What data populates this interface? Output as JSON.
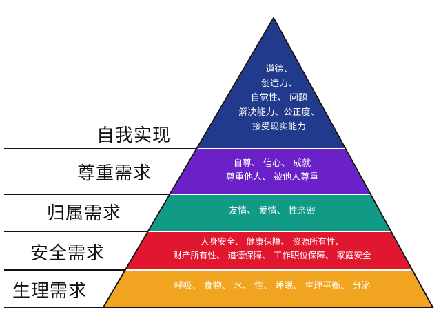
{
  "pyramid": {
    "levels": [
      {
        "name": "自我实现",
        "color": "#223a8c",
        "items": [
          "道德、",
          "创造力、",
          "自觉性、 问题",
          "解决能力、公正度、",
          "接受现实能力"
        ]
      },
      {
        "name": "尊重需求",
        "color": "#6a22c8",
        "items": [
          "自尊、 信心、 成就",
          "尊重他人、 被他人尊重"
        ]
      },
      {
        "name": "归属需求",
        "color": "#119a86",
        "items": [
          "友情、 爱情、 性亲密"
        ]
      },
      {
        "name": "安全需求",
        "color": "#e0172f",
        "items": [
          "人身安全、 健康保障、 资源所有性、",
          "财产所有性、 道德保障、 工作职位保障、 家庭安全"
        ]
      },
      {
        "name": "生理需求",
        "color": "#f0a41f",
        "items": [
          "呼吸、 食物、 水、 性、 睡眠、 生理平衡、 分泌"
        ]
      }
    ],
    "line_color": "#111111"
  }
}
